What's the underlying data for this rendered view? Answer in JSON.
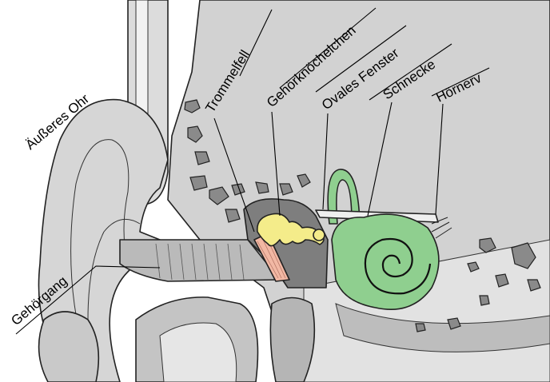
{
  "labels": {
    "outer_ear": "Äußeres Ohr",
    "ear_canal": "Gehörgang",
    "eardrum": "Trommelfell",
    "ossicles": "Gehörknöchelchen",
    "oval_window": "Ovales Fenster",
    "cochlea": "Schnecke",
    "auditory_nerve": "Hörnerv"
  },
  "colors": {
    "cochlea": "#8fcf8f",
    "ossicles": "#f4ec8a",
    "eardrum": "#f2b8a4",
    "middle_ear_cavity": "#7e7e7e",
    "tissue": "#cfcfcf",
    "bone_light": "#e9e9e9"
  }
}
